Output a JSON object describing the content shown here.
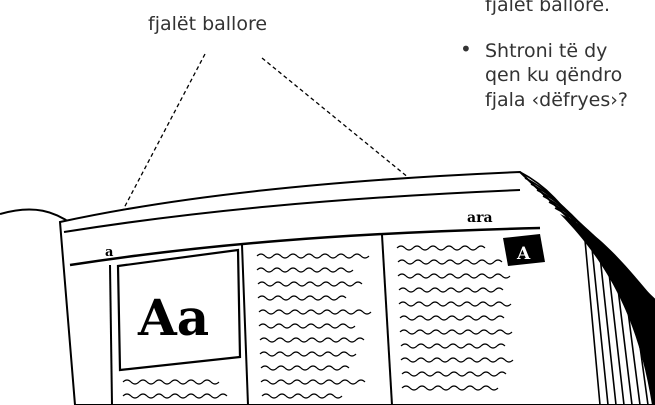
{
  "labels": {
    "guide_label": "fjalët ballore",
    "partial_lines": [
      "fjalët ballore.",
      "Shtroni të dy",
      "qen ku qëndro",
      "fjala ‹dëfryes›?"
    ]
  },
  "dictionary_page": {
    "guide_word_left": "a",
    "guide_word_right": "ara",
    "letter_tab": "A",
    "headword": "Aa"
  },
  "colors": {
    "text": "#333333",
    "ink": "#000000",
    "paper": "#ffffff"
  },
  "icons": [
    "bullet-icon",
    "dashed-arrow-icon",
    "open-book-icon"
  ]
}
